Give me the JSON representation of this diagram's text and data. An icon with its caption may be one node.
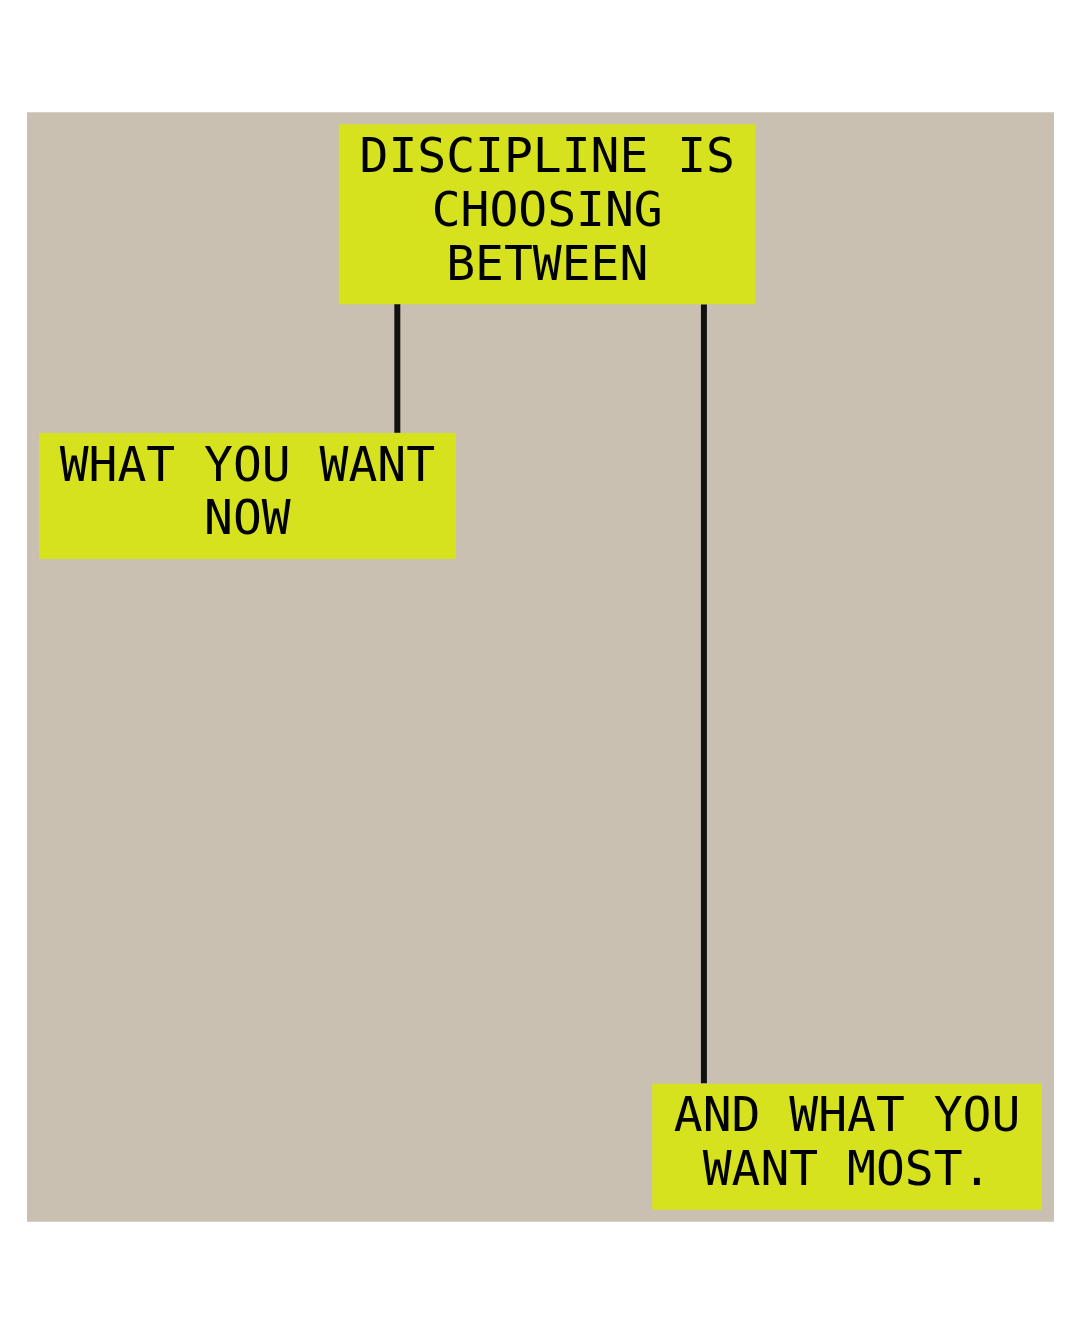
{
  "diagram": {
    "nodes": [
      {
        "text": [
          "DISCIPLINE IS CHOOSING BETWEEN"
        ]
      },
      {
        "text": [
          "WHAT YOU WANT NOW"
        ]
      },
      {
        "text": [
          "AND WHAT YOU WANT MOST."
        ]
      }
    ],
    "edges": [
      {
        "from": 0,
        "to": 1,
        "arrow": "none"
      },
      {
        "from": 0,
        "to": 2,
        "arrow": "none"
      }
    ]
  }
}
